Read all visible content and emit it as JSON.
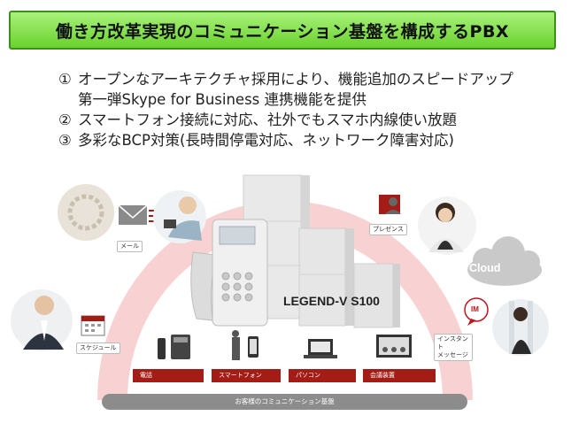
{
  "title": "働き方改革実現のコミュニケーション基盤を構成するPBX",
  "features": [
    {
      "num": "①",
      "text": "オープンなアーキテクチャ採用により、機能追加のスピードアップ",
      "sub": "第一弾Skype for Business 連携機能を提供"
    },
    {
      "num": "②",
      "text": "スマートフォン接続に対応、社外でもスマホ内線使い放題",
      "sub": ""
    },
    {
      "num": "③",
      "text": "多彩なBCP対策(長時間停電対応、ネットワーク障害対応)",
      "sub": ""
    }
  ],
  "product": "LEGEND-V S100",
  "tags": {
    "mail": "メール",
    "schedule": "スケジュール",
    "presence": "プレゼンス",
    "instant_message": "インスタント\nメッセージ"
  },
  "cloud": "Cloud",
  "im_badge": "IM",
  "devices": {
    "phone": "電話",
    "smartphone": "スマートフォン",
    "pc": "パソコン",
    "conference": "会議装置"
  },
  "base": "お客様のコミュニケーション基盤",
  "colors": {
    "title_green": "#6ad12e",
    "accent_red": "#a31d16",
    "arch_pink": "#f8d2d2"
  }
}
